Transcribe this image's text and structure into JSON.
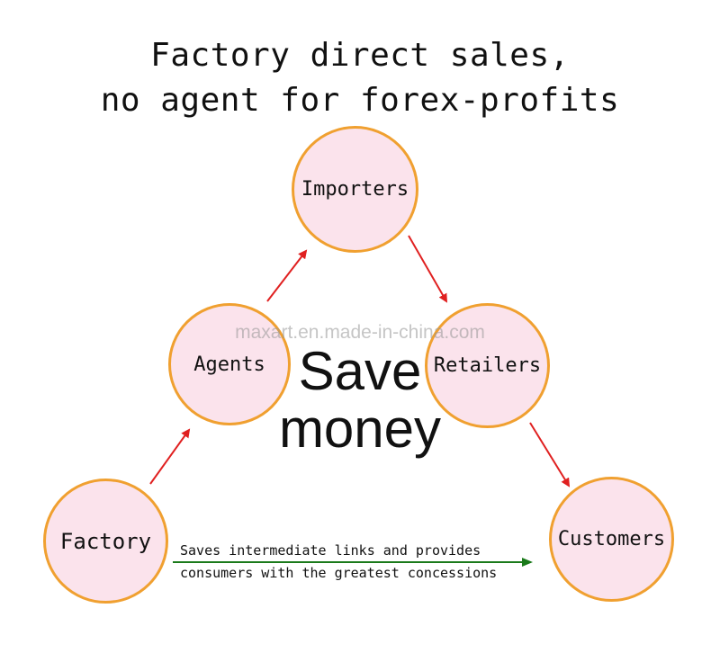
{
  "title": {
    "line1": "Factory direct sales,",
    "line2": "no agent for forex-profits"
  },
  "nodes": {
    "importers": "Importers",
    "agents": "Agents",
    "retailers": "Retailers",
    "factory": "Factory",
    "customers": "Customers"
  },
  "center": {
    "line1": "Save",
    "line2": "money"
  },
  "watermark": "maxart.en.made-in-china.com",
  "direct_note": {
    "line1": "Saves intermediate links and provides",
    "line2": "consumers with the greatest concessions"
  },
  "colors": {
    "node_fill": "#fbe3ec",
    "node_border": "#f0a030",
    "arrow_red": "#e02020",
    "arrow_green": "#1a7a1a"
  }
}
